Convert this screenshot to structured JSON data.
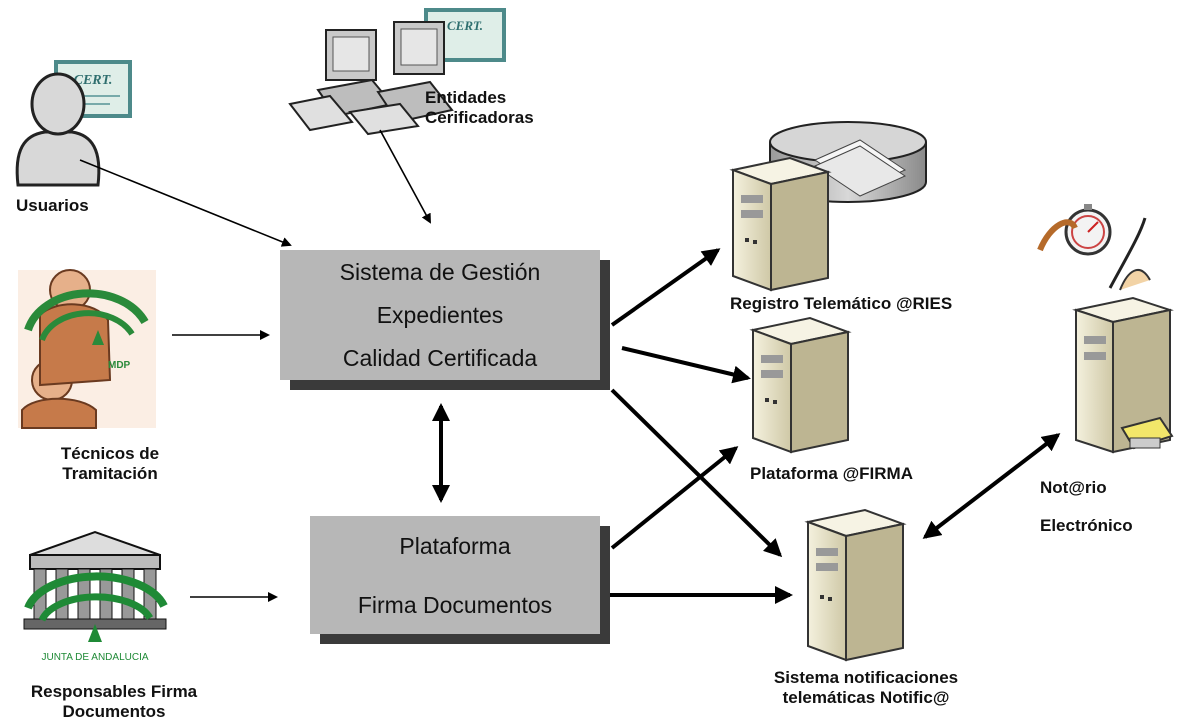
{
  "actors": {
    "usuarios": "Usuarios",
    "entidades": "Entidades\nCerificadoras",
    "tecnicos": "Técnicos de\nTramitación",
    "responsables": "Responsables Firma\nDocumentos"
  },
  "boxes": {
    "sge": [
      "Sistema de Gestión",
      "Expedientes",
      "Calidad Certificada"
    ],
    "plataforma_firma": [
      "Plataforma",
      "Firma Documentos"
    ]
  },
  "servers": {
    "registro": "Registro Telemático @RIES",
    "firma": "Plataforma @FIRMA",
    "notificaciones": "Sistema notificaciones\ntelemáticas Notific@",
    "notario_1": "Not@rio",
    "notario_2": "Electrónico"
  },
  "icons": {
    "cert_text": "CERT.",
    "junta_text": "JUNTA DE ANDALUCIA",
    "mdp_text": "MDP"
  }
}
